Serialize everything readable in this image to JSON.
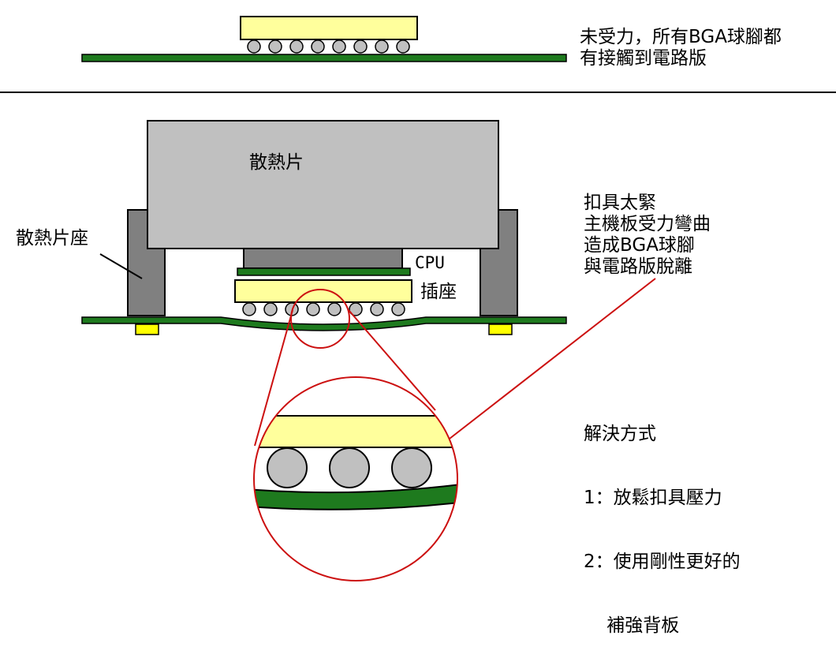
{
  "top_caption": {
    "line1": "未受力，所有BGA球腳都",
    "line2": "有接觸到電路版"
  },
  "labels": {
    "heatsink": "散熱片",
    "heatsink_base": "散熱片座",
    "cpu": "CPU",
    "socket": "插座"
  },
  "problem_note": {
    "lines": [
      "扣具太緊",
      "主機板受力彎曲",
      "造成BGA球腳",
      "與電路版脫離"
    ]
  },
  "solution_note": {
    "lines": [
      "解決方式",
      "1：放鬆扣具壓力",
      "2：使用剛性更好的",
      "    補強背板"
    ]
  },
  "colors": {
    "pcb": "#1e7a1e",
    "socket": "#ffff9c",
    "ball": "#c0c0c0",
    "heatsink": "#c0c0c0",
    "heatsink_base": "#808080",
    "cpu": "#808080",
    "callout": "#cc1010",
    "foot": "#ffff00"
  }
}
